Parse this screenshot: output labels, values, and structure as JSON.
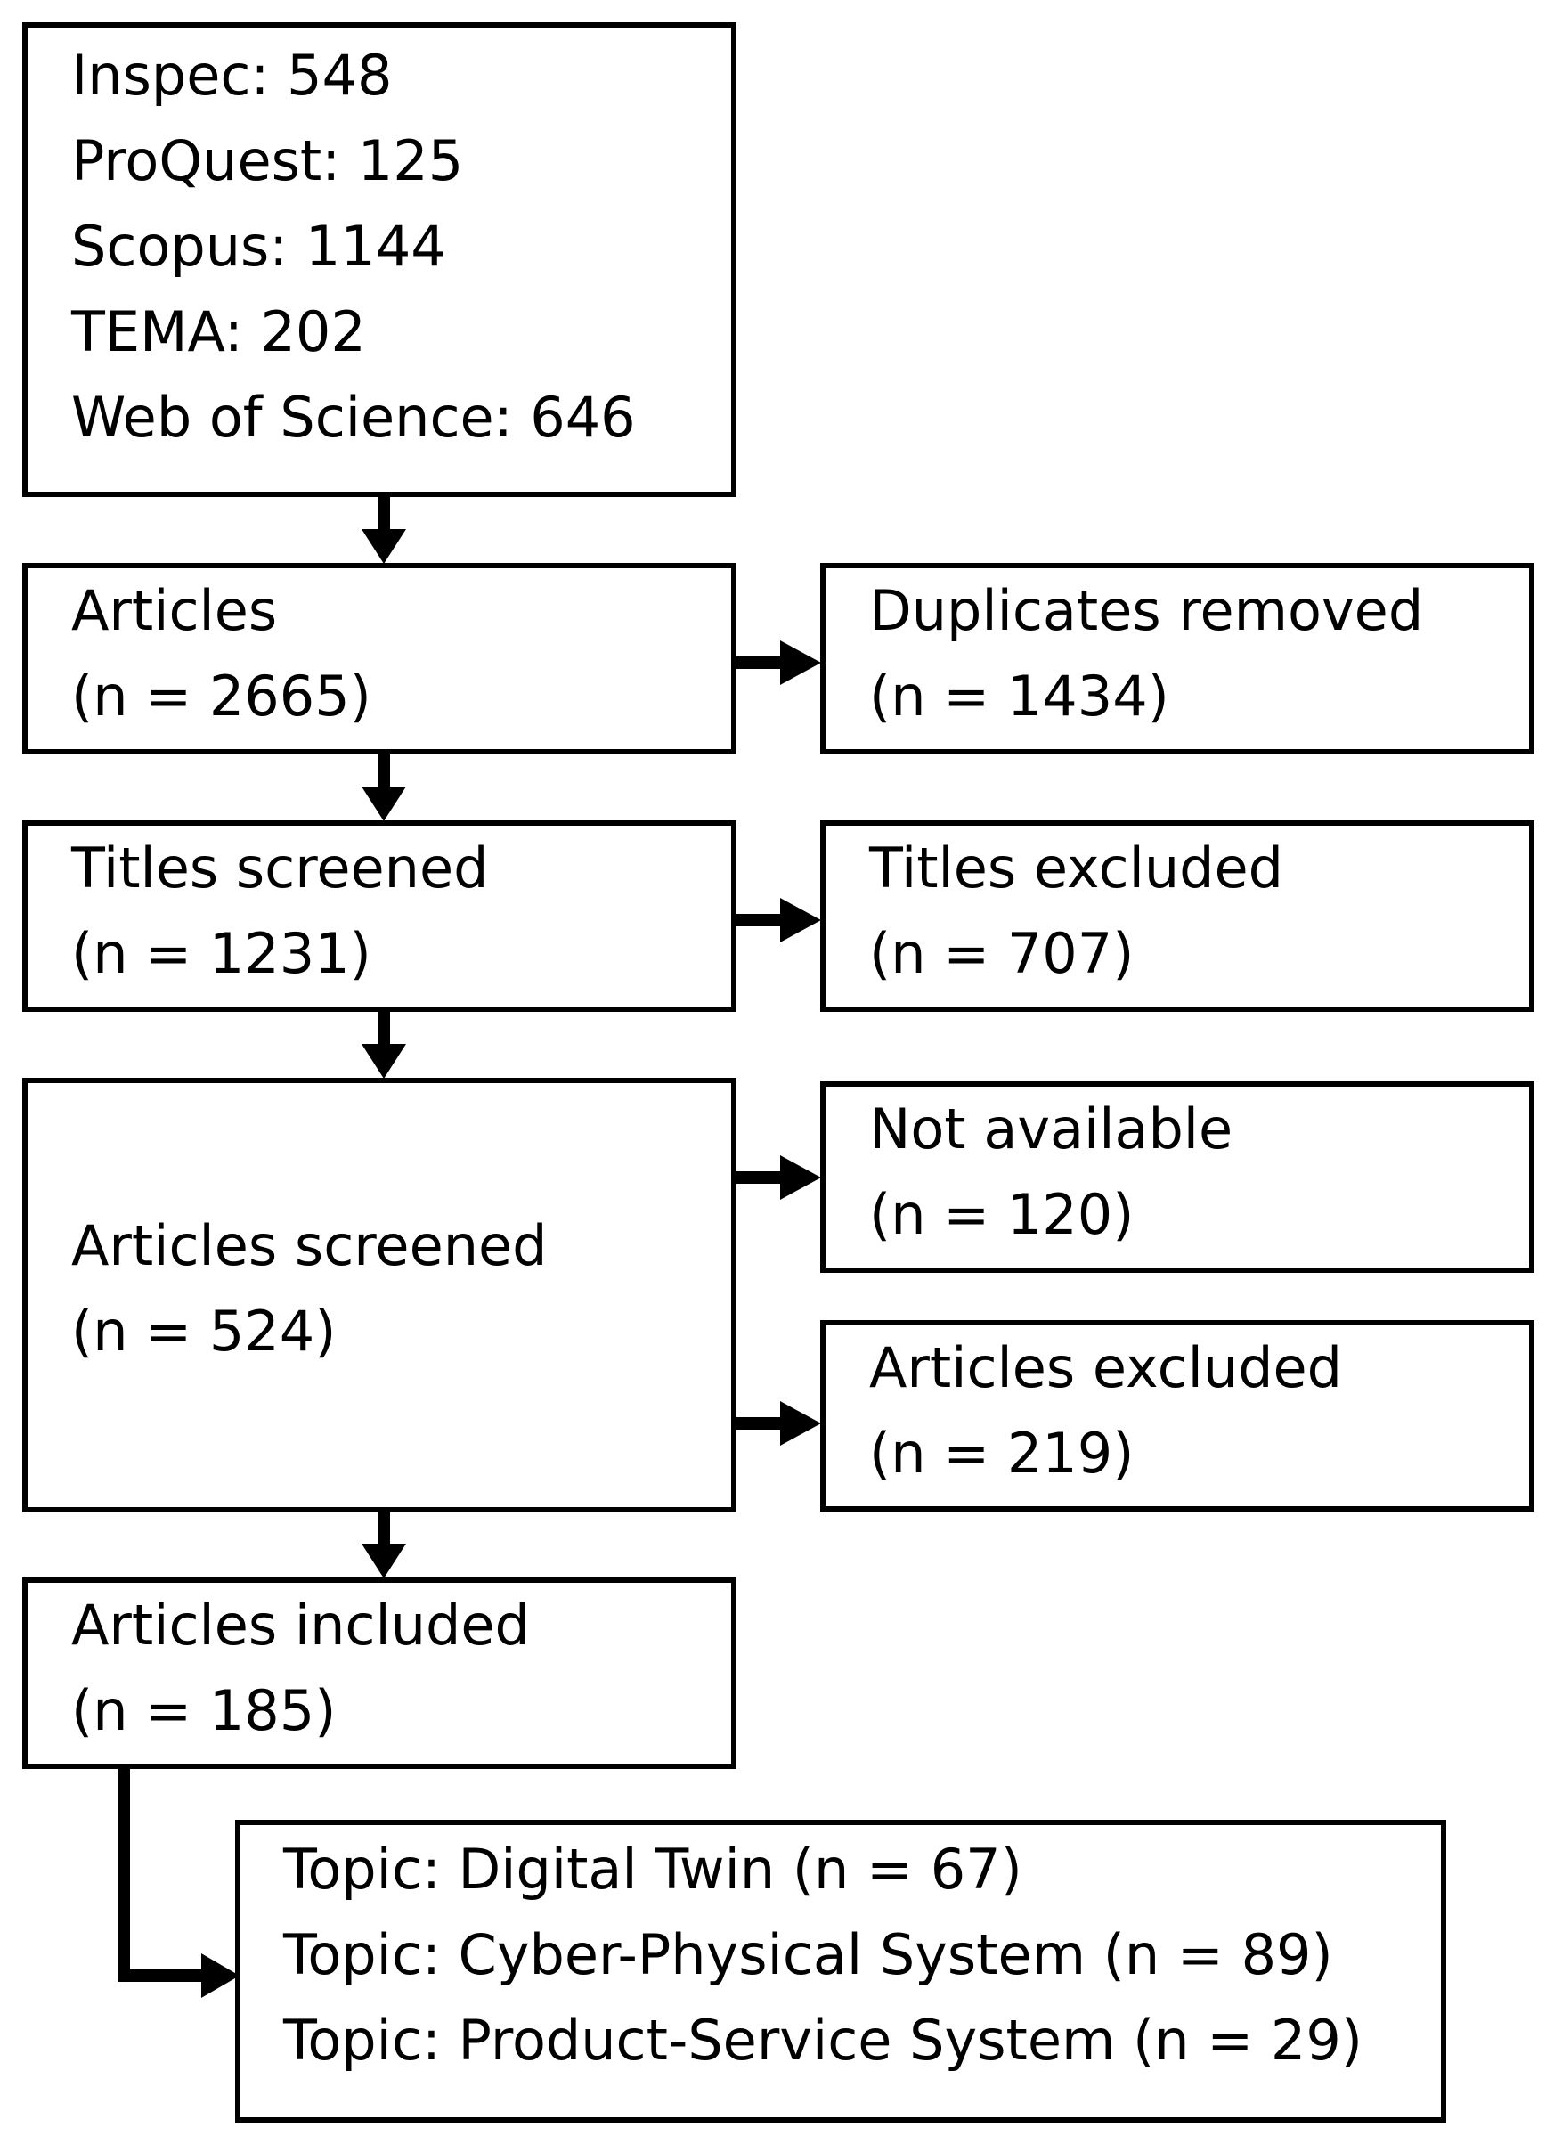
{
  "sources": {
    "lines": [
      "Inspec: 548",
      "ProQuest: 125",
      "Scopus: 1144",
      "TEMA: 202",
      "Web of Science: 646"
    ]
  },
  "articles": {
    "label": "Articles",
    "count": "(n = 2665)"
  },
  "duplicates_removed": {
    "label": "Duplicates removed",
    "count": "(n = 1434)"
  },
  "titles_screened": {
    "label": "Titles screened",
    "count": "(n = 1231)"
  },
  "titles_excluded": {
    "label": "Titles excluded",
    "count": "(n = 707)"
  },
  "articles_screened": {
    "label": "Articles screened",
    "count": "(n = 524)"
  },
  "not_available": {
    "label": "Not available",
    "count": "(n = 120)"
  },
  "articles_excluded": {
    "label": "Articles excluded",
    "count": "(n = 219)"
  },
  "articles_included": {
    "label": "Articles included",
    "count": "(n = 185)"
  },
  "topics": {
    "lines": [
      "Topic: Digital Twin (n = 67)",
      "Topic: Cyber-Physical System (n = 89)",
      "Topic: Product-Service System (n = 29)"
    ]
  }
}
